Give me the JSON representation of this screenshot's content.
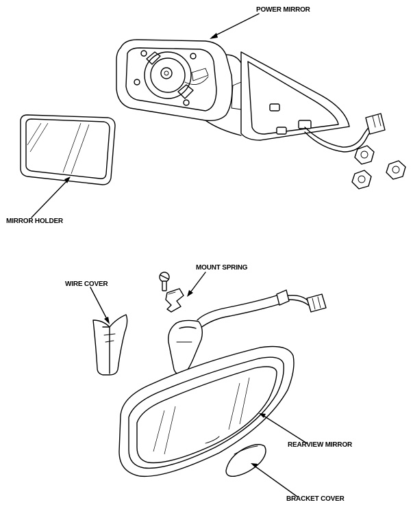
{
  "labels": {
    "power_mirror": "POWER MIRROR",
    "mirror_holder": "MIRROR HOLDER",
    "mount_spring": "MOUNT SPRING",
    "wire_cover": "WIRE COVER",
    "rearview_mirror": "REARVIEW MIRROR",
    "bracket_cover": "BRACKET COVER"
  }
}
